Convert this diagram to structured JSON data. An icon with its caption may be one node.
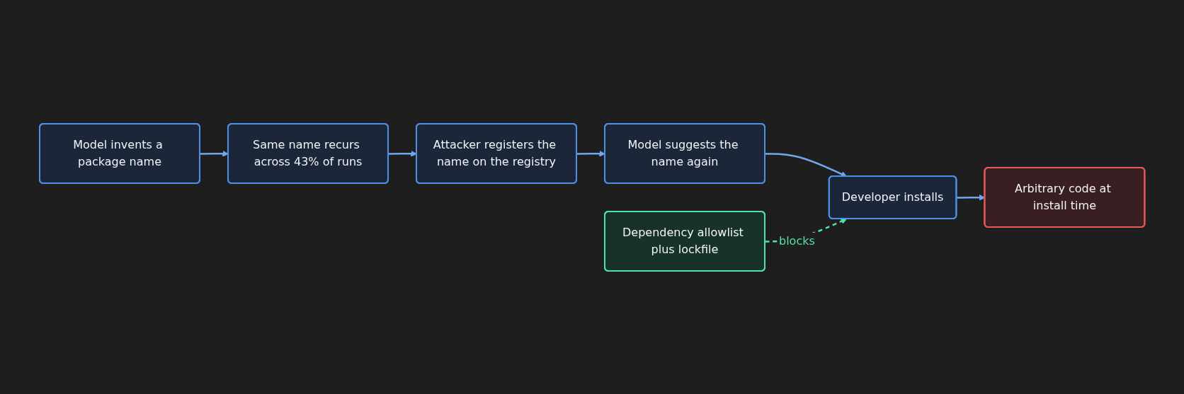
{
  "diagram": {
    "nodes": [
      {
        "text": [
          "Model invents a package name"
        ]
      },
      {
        "text": [
          "Same name recurs across 43% of runs"
        ]
      },
      {
        "text": [
          "Attacker registers the name on the registry"
        ]
      },
      {
        "text": [
          "Model suggests the name again"
        ]
      },
      {
        "text": [
          "Developer installs"
        ]
      },
      {
        "text": [
          "Arbitrary code at install time"
        ]
      },
      {
        "text": [
          "Dependency allowlist plus lockfile"
        ]
      }
    ],
    "edges": [
      {
        "from": 0,
        "to": 1,
        "arrow": "to"
      },
      {
        "from": 1,
        "to": 2,
        "arrow": "to"
      },
      {
        "from": 2,
        "to": 3,
        "arrow": "to"
      },
      {
        "from": 3,
        "to": 4,
        "arrow": "to"
      },
      {
        "from": 4,
        "to": 5,
        "arrow": "to"
      },
      {
        "from": 6,
        "to": 4,
        "arrow": "to",
        "label": "blocks",
        "style": "dashed",
        "color": "#4fe3a6"
      }
    ]
  }
}
